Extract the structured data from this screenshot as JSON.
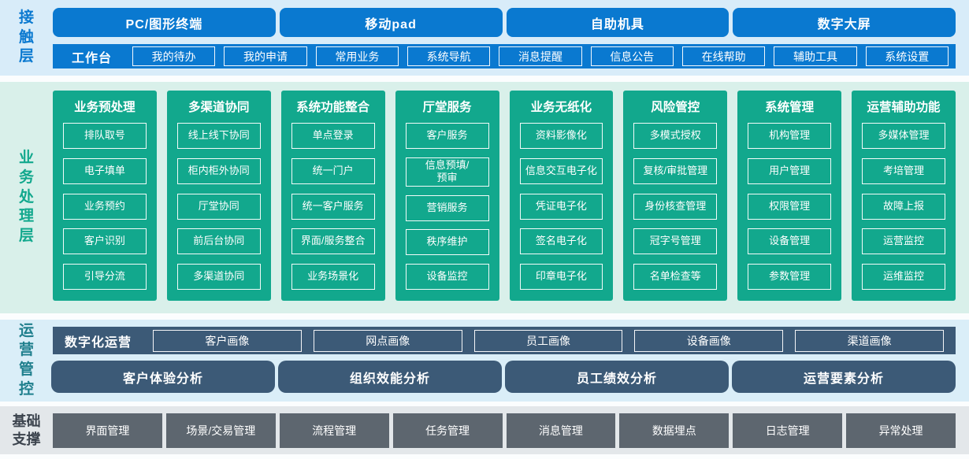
{
  "colors": {
    "blue": "#0a79d0",
    "green": "#12a88d",
    "slate_blue": "#3c5a77",
    "gray": "#5d666f",
    "contact_band_bg": "#d8ecf9",
    "business_band_bg": "#d9f0ea",
    "ops_band_bg": "#daeef8",
    "foundation_band_bg": "#e3e7ea"
  },
  "contact": {
    "label": "接触层",
    "channels": [
      "PC/图形终端",
      "移动pad",
      "自助机具",
      "数字大屏"
    ],
    "workbench_label": "工作台",
    "workbench_items": [
      "我的待办",
      "我的申请",
      "常用业务",
      "系统导航",
      "消息提醒",
      "信息公告",
      "在线帮助",
      "辅助工具",
      "系统设置"
    ]
  },
  "business": {
    "label": "业务处理层",
    "columns": [
      {
        "title": "业务预处理",
        "items": [
          "排队取号",
          "电子填单",
          "业务预约",
          "客户识别",
          "引导分流"
        ]
      },
      {
        "title": "多渠道协同",
        "items": [
          "线上线下协同",
          "柜内柜外协同",
          "厅堂协同",
          "前后台协同",
          "多渠道协同"
        ]
      },
      {
        "title": "系统功能整合",
        "items": [
          "单点登录",
          "统一门户",
          "统一客户服务",
          "界面/服务整合",
          "业务场景化"
        ]
      },
      {
        "title": "厅堂服务",
        "items": [
          "客户服务",
          "信息预填/\n预审",
          "营销服务",
          "秩序维护",
          "设备监控"
        ]
      },
      {
        "title": "业务无纸化",
        "items": [
          "资料影像化",
          "信息交互电子化",
          "凭证电子化",
          "签名电子化",
          "印章电子化"
        ]
      },
      {
        "title": "风险管控",
        "items": [
          "多模式授权",
          "复核/审批管理",
          "身份核查管理",
          "冠字号管理",
          "名单检查等"
        ]
      },
      {
        "title": "系统管理",
        "items": [
          "机构管理",
          "用户管理",
          "权限管理",
          "设备管理",
          "参数管理"
        ]
      },
      {
        "title": "运营辅助功能",
        "items": [
          "多媒体管理",
          "考培管理",
          "故障上报",
          "运营监控",
          "运维监控"
        ]
      }
    ]
  },
  "operations": {
    "label": "运营管控",
    "bar_label": "数字化运营",
    "portraits": [
      "客户画像",
      "网点画像",
      "员工画像",
      "设备画像",
      "渠道画像"
    ],
    "analysis": [
      "客户体验分析",
      "组织效能分析",
      "员工绩效分析",
      "运营要素分析"
    ]
  },
  "foundation": {
    "label": "基础支撑",
    "items": [
      "界面管理",
      "场景/交易管理",
      "流程管理",
      "任务管理",
      "消息管理",
      "数据埋点",
      "日志管理",
      "异常处理"
    ]
  }
}
